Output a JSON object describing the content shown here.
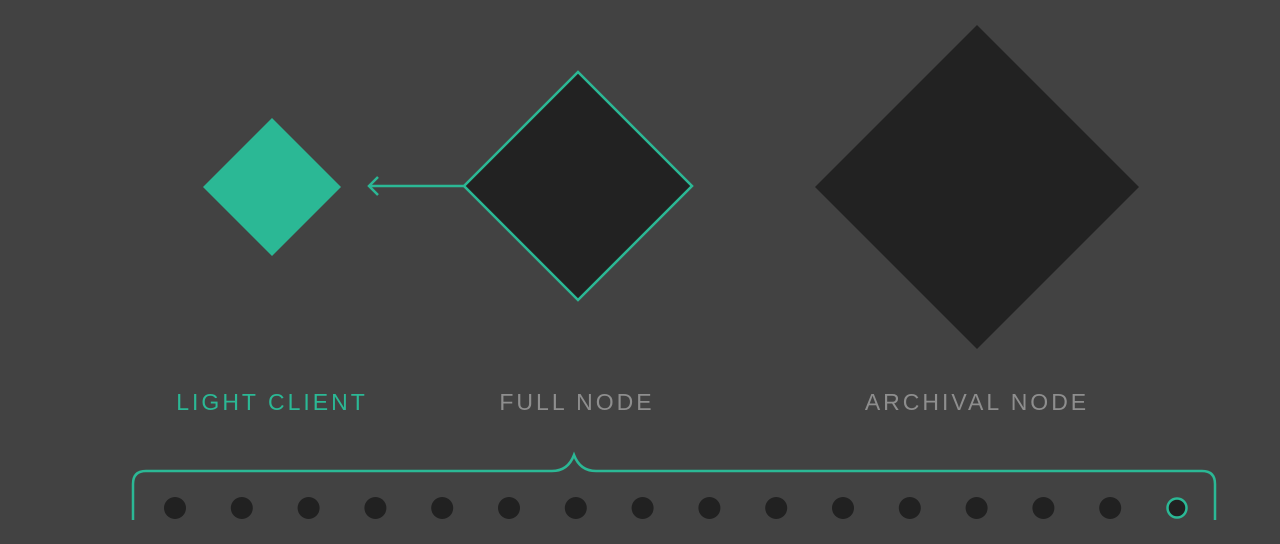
{
  "colors": {
    "background": "#424242",
    "accent": "#2bb895",
    "node_fill": "#222222",
    "muted_text": "#8e8e8e",
    "dot": "#212121"
  },
  "nodes": [
    {
      "id": "light-client",
      "label": "LIGHT CLIENT",
      "highlighted": true
    },
    {
      "id": "full-node",
      "label": "FULL NODE",
      "highlighted": false
    },
    {
      "id": "archival-node",
      "label": "ARCHIVAL NODE",
      "highlighted": false
    }
  ],
  "connection": {
    "from": "full-node",
    "to": "light-client",
    "arrow": "arrow-left-icon"
  },
  "chain": {
    "block_count": 16,
    "highlighted_block_index": 15
  }
}
